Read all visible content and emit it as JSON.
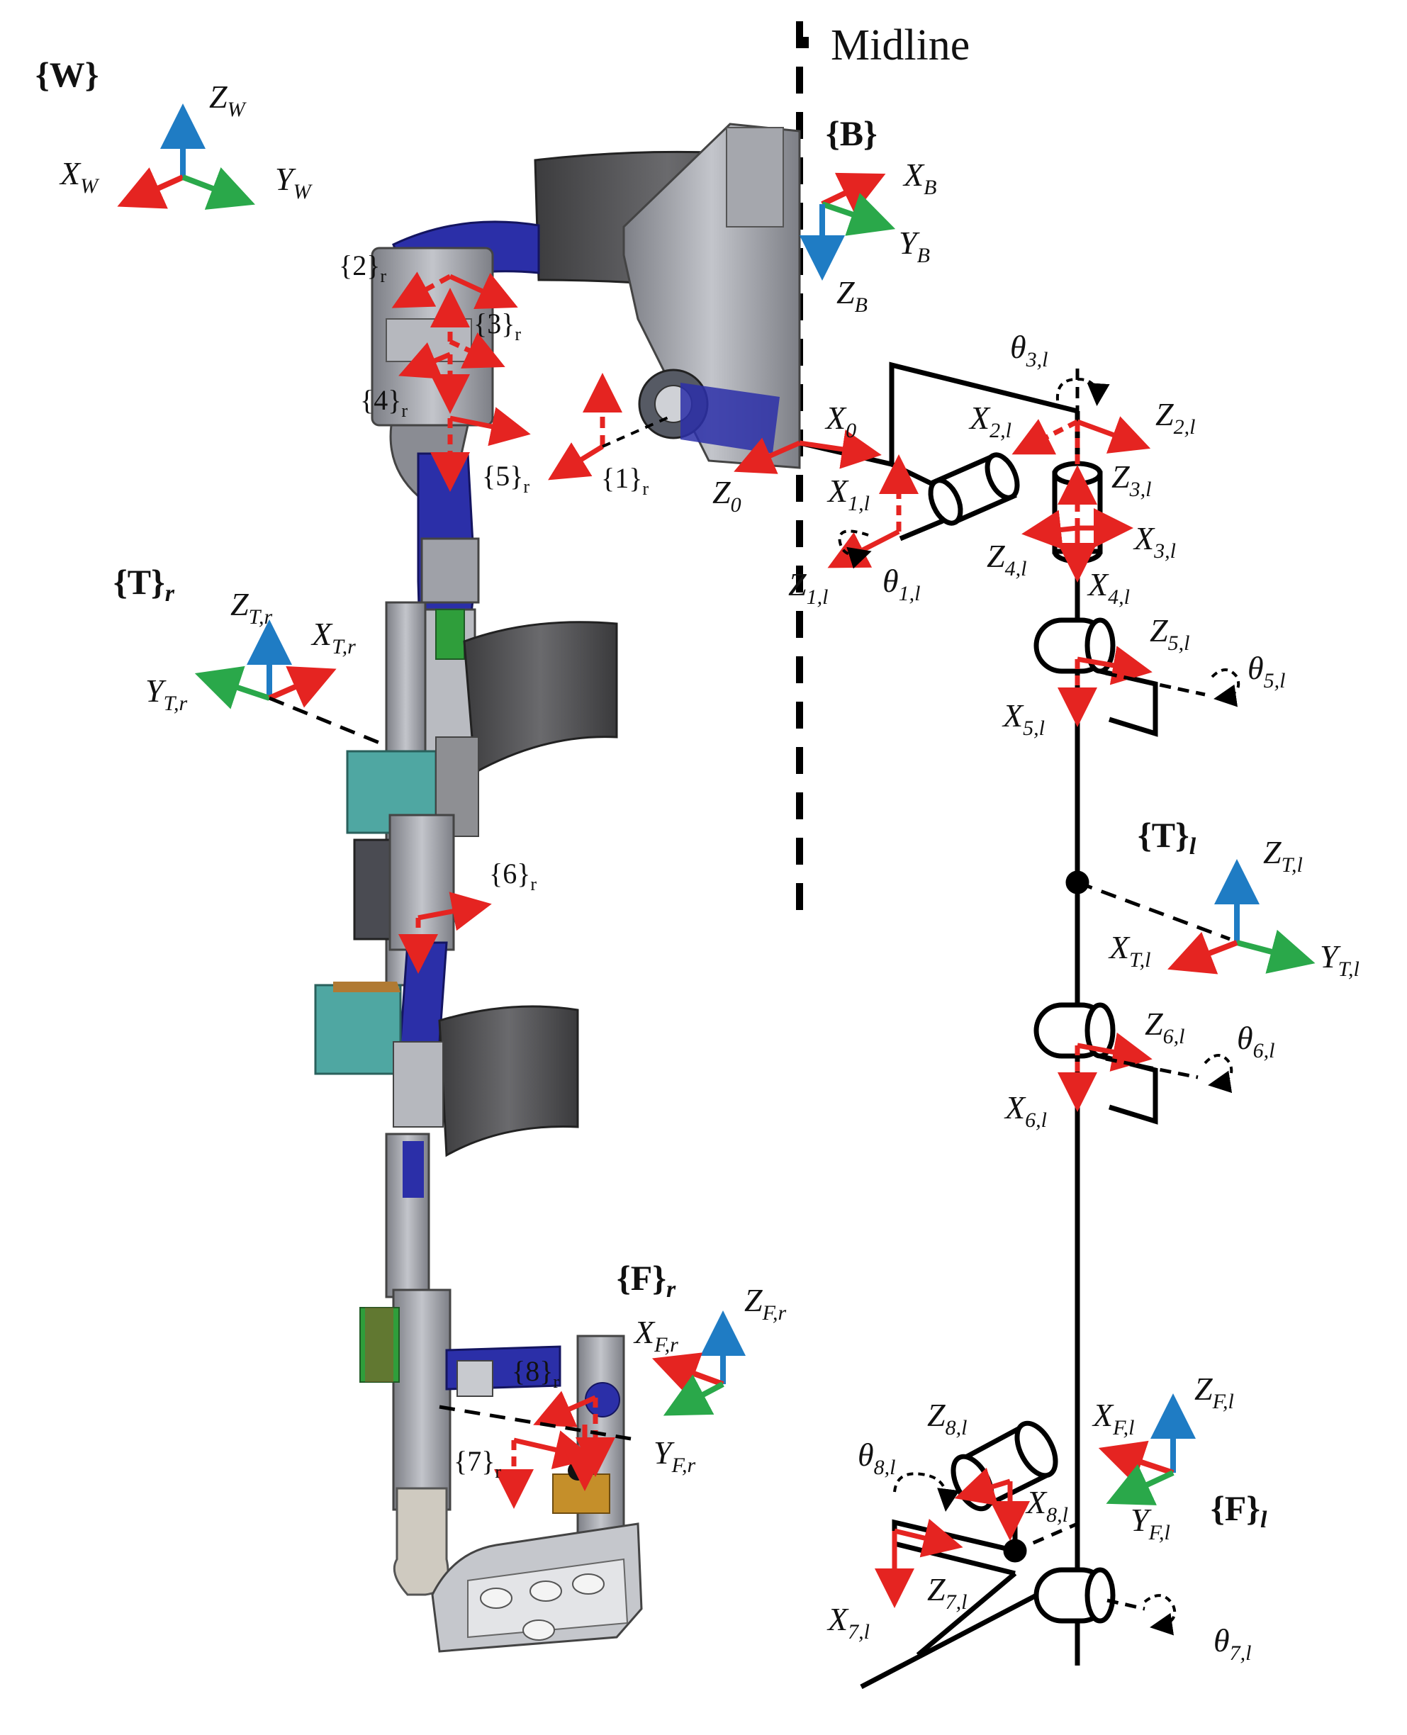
{
  "midline": "Midline",
  "frames": {
    "world": {
      "title": "{W}",
      "x": {
        "main": "X",
        "sub": "W"
      },
      "y": {
        "main": "Y",
        "sub": "W"
      },
      "z": {
        "main": "Z",
        "sub": "W"
      }
    },
    "base": {
      "title": "{B}",
      "x": {
        "main": "X",
        "sub": "B"
      },
      "y": {
        "main": "Y",
        "sub": "B"
      },
      "z": {
        "main": "Z",
        "sub": "B"
      }
    },
    "thigh_r": {
      "title": "{T}",
      "title_sub": "r",
      "x": {
        "main": "X",
        "sub": "T,r"
      },
      "y": {
        "main": "Y",
        "sub": "T,r"
      },
      "z": {
        "main": "Z",
        "sub": "T,r"
      }
    },
    "thigh_l": {
      "title": "{T}",
      "title_sub": "l",
      "x": {
        "main": "X",
        "sub": "T,l"
      },
      "y": {
        "main": "Y",
        "sub": "T,l"
      },
      "z": {
        "main": "Z",
        "sub": "T,l"
      }
    },
    "foot_r": {
      "title": "{F}",
      "title_sub": "r",
      "x": {
        "main": "X",
        "sub": "F,r"
      },
      "y": {
        "main": "Y",
        "sub": "F,r"
      },
      "z": {
        "main": "Z",
        "sub": "F,r"
      }
    },
    "foot_l": {
      "title": "{F}",
      "title_sub": "l",
      "x": {
        "main": "X",
        "sub": "F,l"
      },
      "y": {
        "main": "Y",
        "sub": "F,l"
      },
      "z": {
        "main": "Z",
        "sub": "F,l"
      }
    }
  },
  "right_joint_frames": [
    {
      "main": "{1}",
      "sub": "r"
    },
    {
      "main": "{2}",
      "sub": "r"
    },
    {
      "main": "{3}",
      "sub": "r"
    },
    {
      "main": "{4}",
      "sub": "r"
    },
    {
      "main": "{5}",
      "sub": "r"
    },
    {
      "main": "{6}",
      "sub": "r"
    },
    {
      "main": "{7}",
      "sub": "r"
    },
    {
      "main": "{8}",
      "sub": "r"
    }
  ],
  "left_chain": {
    "x0": {
      "main": "X",
      "sub": "0"
    },
    "z0": {
      "main": "Z",
      "sub": "0"
    },
    "x1": {
      "main": "X",
      "sub": "1,l"
    },
    "z1": {
      "main": "Z",
      "sub": "1,l"
    },
    "t1": {
      "main": "θ",
      "sub": "1,l"
    },
    "x2": {
      "main": "X",
      "sub": "2,l"
    },
    "z2": {
      "main": "Z",
      "sub": "2,l"
    },
    "t3": {
      "main": "θ",
      "sub": "3,l"
    },
    "z3": {
      "main": "Z",
      "sub": "3,l"
    },
    "x3": {
      "main": "X",
      "sub": "3,l"
    },
    "z4": {
      "main": "Z",
      "sub": "4,l"
    },
    "x4": {
      "main": "X",
      "sub": "4,l"
    },
    "z5": {
      "main": "Z",
      "sub": "5,l"
    },
    "x5": {
      "main": "X",
      "sub": "5,l"
    },
    "t5": {
      "main": "θ",
      "sub": "5,l"
    },
    "z6": {
      "main": "Z",
      "sub": "6,l"
    },
    "x6": {
      "main": "X",
      "sub": "6,l"
    },
    "t6": {
      "main": "θ",
      "sub": "6,l"
    },
    "z8": {
      "main": "Z",
      "sub": "8,l"
    },
    "x8": {
      "main": "X",
      "sub": "8,l"
    },
    "t8": {
      "main": "θ",
      "sub": "8,l"
    },
    "x7": {
      "main": "X",
      "sub": "7,l"
    },
    "z7": {
      "main": "Z",
      "sub": "7,l"
    },
    "t7": {
      "main": "θ",
      "sub": "7,l"
    }
  },
  "colors": {
    "x_axis": "#e52421",
    "y_axis": "#2aa84a",
    "z_axis": "#1f7cc4",
    "frame_dashed": "#e52421",
    "link": "#000000",
    "exo_frame_blue": "#2b2fa8",
    "exo_metal": "#9a9ca4",
    "cuff": "#4a4a4c",
    "battery": "#4fa7a2"
  },
  "icons": {
    "robot": "lower-limb-exoskeleton-cad",
    "joint_rotation": "dashed-rotation-arrow-icon",
    "revolute_joint": "cylinder-joint-icon"
  }
}
